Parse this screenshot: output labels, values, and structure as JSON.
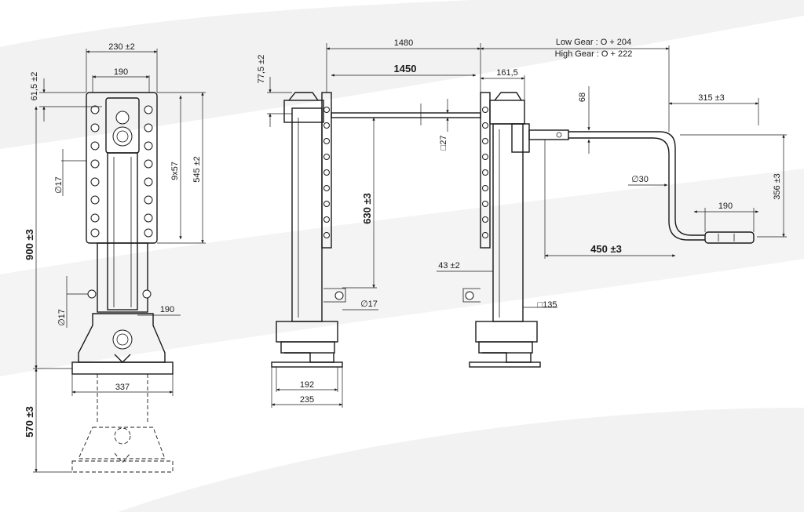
{
  "front_view": {
    "width_230": "230 ±2",
    "width_190": "190",
    "top_61_5": "61,5 ±2",
    "holes_9x57": "9x57",
    "height_545": "545 ±2",
    "hole_d17_top": "∅17",
    "height_900": "900 ±3",
    "hole_d17_bottom": "∅17",
    "offset_190": "190",
    "foot_337": "337",
    "travel_570": "570 ±3"
  },
  "side_view": {
    "span_1480": "1480",
    "span_1450": "1450",
    "top_77_5": "77,5 ±2",
    "shaft_27": "□27",
    "height_630": "630 ±3",
    "hole_d17": "∅17",
    "foot_192": "192",
    "foot_235": "235",
    "offset_43": "43 ±2",
    "tube_135": "□135",
    "offset_161_5": "161,5",
    "gear_low": "Low Gear : O + 204",
    "gear_high": "High Gear : O + 222",
    "drop_68": "68",
    "crank_315": "315 ±3",
    "crank_d30": "∅30",
    "crank_356": "356 ±3",
    "handle_190": "190",
    "reach_450": "450 ±3"
  }
}
